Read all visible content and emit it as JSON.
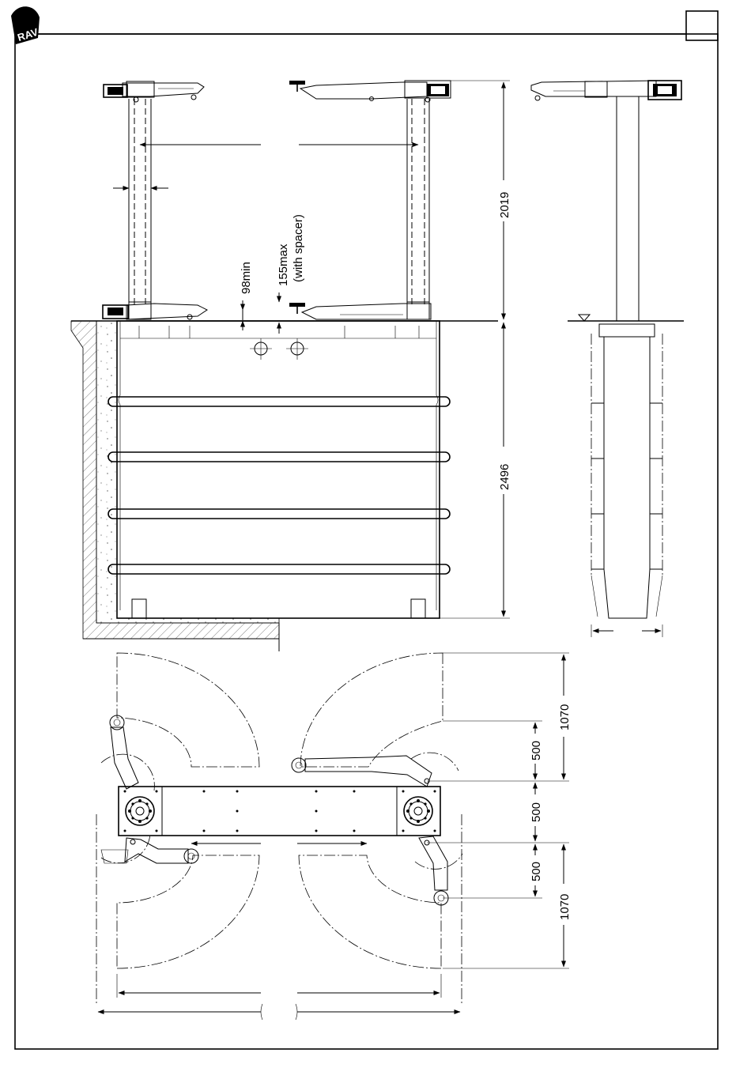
{
  "logo": {
    "text": "RAV",
    "color": "#000000"
  },
  "dimensions": {
    "column_height": "2019",
    "base_depth": "2496",
    "min_height": "98min",
    "max_height": "155max",
    "spacer_note": "(with spacer)",
    "arm_reach_front": "1070",
    "arm_offset_front": "500",
    "center_span": "500",
    "arm_offset_rear": "500",
    "arm_reach_rear": "1070"
  },
  "colors": {
    "line": "#000000",
    "background": "#ffffff"
  },
  "icons": {
    "level_mark": "ground-level-triangle-icon",
    "pad": "lifting-pad-icon"
  }
}
